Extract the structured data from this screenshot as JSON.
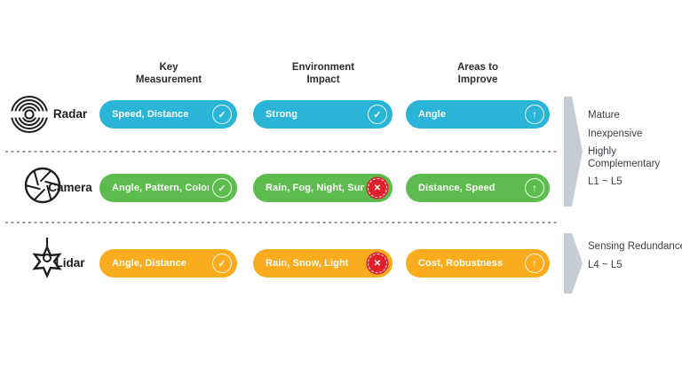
{
  "columns": [
    {
      "line1": "Key",
      "line2": "Measurement"
    },
    {
      "line1": "Environment",
      "line2": "Impact"
    },
    {
      "line1": "Areas to",
      "line2": "Improve"
    }
  ],
  "rows": [
    {
      "label": "Radar",
      "color": "#2ab5d8",
      "icon": "radar-icon",
      "cells": [
        {
          "text": "Speed, Distance",
          "status": "check"
        },
        {
          "text": "Strong",
          "status": "check"
        },
        {
          "text": "Angle",
          "status": "improve"
        }
      ]
    },
    {
      "label": "Camera",
      "color": "#5cbc4e",
      "icon": "camera-aperture-icon",
      "cells": [
        {
          "text": "Angle, Pattern, Color",
          "status": "check"
        },
        {
          "text": "Rain, Fog, Night, Sun",
          "status": "cross"
        },
        {
          "text": "Distance, Speed",
          "status": "improve"
        }
      ]
    },
    {
      "label": "Lidar",
      "color": "#f9ac1d",
      "icon": "lidar-icon",
      "cells": [
        {
          "text": "Angle, Distance",
          "status": "check"
        },
        {
          "text": "Rain, Snow, Light",
          "status": "cross"
        },
        {
          "text": "Cost, Robustness",
          "status": "improve"
        }
      ]
    }
  ],
  "side_notes": [
    {
      "lines": [
        "Mature",
        "Inexpensive",
        "Highly Complementary",
        "L1 ~ L5"
      ]
    },
    {
      "lines": [
        "Sensing Redundance",
        "L4 ~ L5"
      ]
    }
  ],
  "icons": {
    "check": "✓",
    "cross": "✕",
    "improve": "↑"
  },
  "colors": {
    "radar_pill": "#2ab5d8",
    "camera_pill": "#5cbc4e",
    "lidar_pill": "#f9ac1d",
    "cross_badge": "#e2202b",
    "bracket": "#c6ccd4",
    "header_text": "#2e2e2e",
    "note_text": "#3a3f44"
  }
}
